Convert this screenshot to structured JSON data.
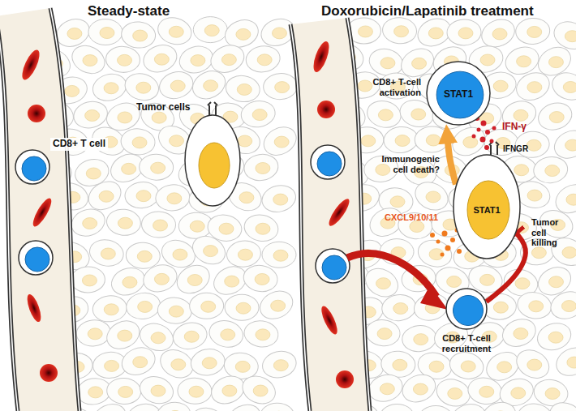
{
  "diagram": {
    "nodes": [
      {
        "text": [
          "CD8+ T-cell activation",
          "STAT1"
        ]
      },
      {
        "text": [
          "STAT1"
        ]
      },
      {
        "text": [
          "CD8+ T-cell recruitment"
        ]
      }
    ],
    "edges": [
      {
        "from": 1,
        "to": 0,
        "arrow": "to",
        "label": "Immunogenic cell death?"
      },
      {
        "from": 2,
        "to": 1,
        "arrow": "to",
        "label": "Tumor cell killing"
      }
    ],
    "labels": [
      "Steady-state",
      "Doxorubicin/Lapatinib treatment",
      "Tumor cells",
      "CD8+ T cell",
      "IFN-γ",
      "IFNGR",
      "CXCL9/10/11"
    ]
  }
}
